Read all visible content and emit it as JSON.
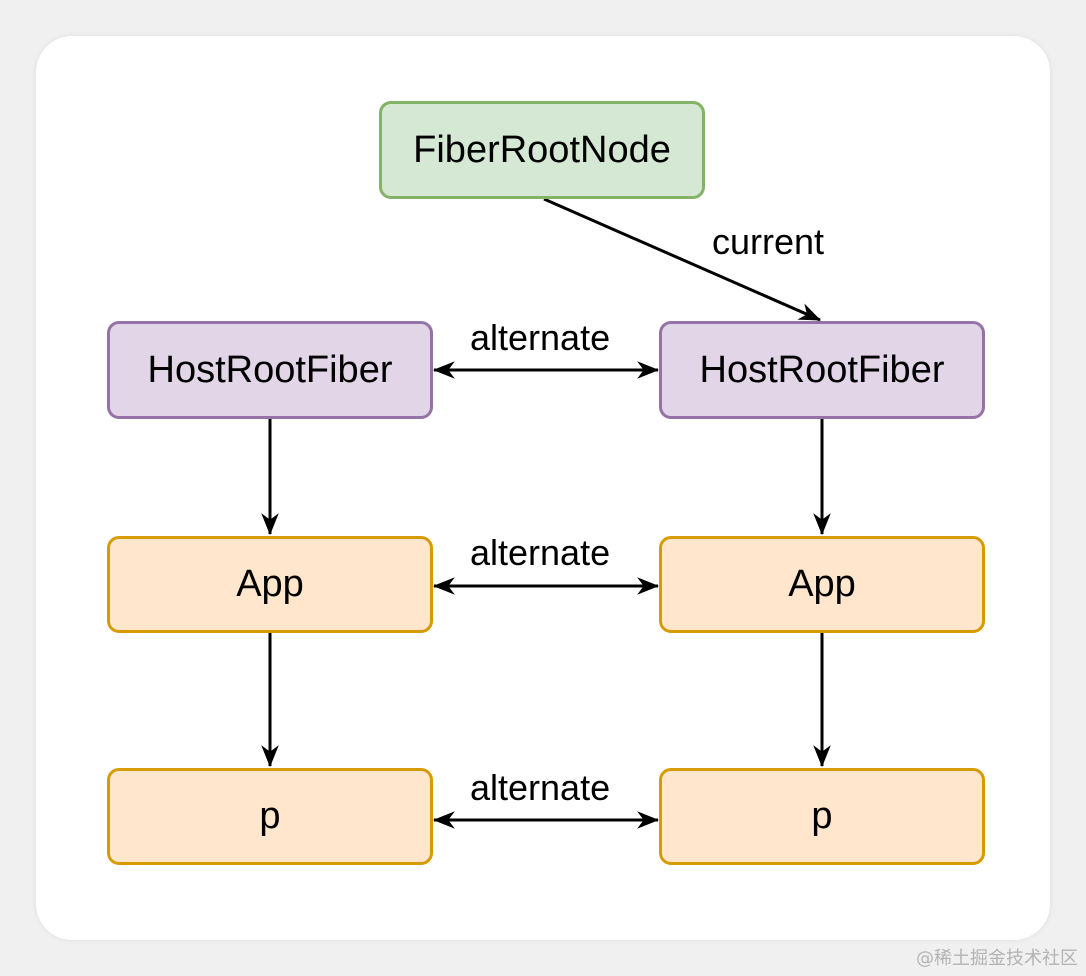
{
  "nodes": {
    "root": {
      "label": "FiberRootNode",
      "fill": "#d5e8d4",
      "stroke": "#82b366"
    },
    "host_left": {
      "label": "HostRootFiber",
      "fill": "#e1d5e7",
      "stroke": "#9673a6"
    },
    "host_right": {
      "label": "HostRootFiber",
      "fill": "#e1d5e7",
      "stroke": "#9673a6"
    },
    "app_left": {
      "label": "App",
      "fill": "#ffe6cc",
      "stroke": "#d79b00"
    },
    "app_right": {
      "label": "App",
      "fill": "#ffe6cc",
      "stroke": "#d79b00"
    },
    "p_left": {
      "label": "p",
      "fill": "#ffe6cc",
      "stroke": "#d79b00"
    },
    "p_right": {
      "label": "p",
      "fill": "#ffe6cc",
      "stroke": "#d79b00"
    }
  },
  "edges": {
    "current": "current",
    "alternate_host": "alternate",
    "alternate_app": "alternate",
    "alternate_p": "alternate"
  },
  "watermark": "@稀土掘金技术社区"
}
